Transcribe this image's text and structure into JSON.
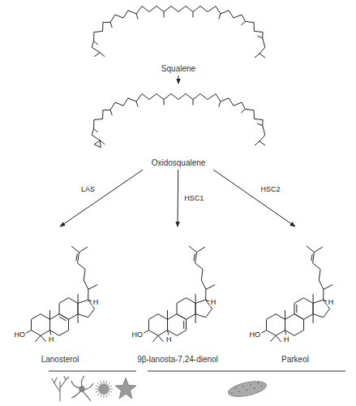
{
  "diagram": {
    "nodes": [
      {
        "text": [
          "Squalene"
        ]
      },
      {
        "text": [
          "Oxidosqualene"
        ]
      },
      {
        "text": [
          "Lanosterol"
        ]
      },
      {
        "text": [
          "9β-lanosta-7,24-dienol"
        ]
      },
      {
        "text": [
          "Parkeol"
        ]
      }
    ],
    "edges": [
      {
        "from": 0,
        "to": 1,
        "arrow": "to"
      },
      {
        "from": 1,
        "to": 2,
        "label": "LAS",
        "arrow": "to"
      },
      {
        "from": 1,
        "to": 3,
        "label": "HSC1",
        "arrow": "to"
      },
      {
        "from": 1,
        "to": 4,
        "label": "HSC2",
        "arrow": "to"
      }
    ],
    "labels": [
      "HO",
      "H",
      "H",
      "HO",
      "H",
      "H",
      "HO",
      "H",
      "H"
    ]
  }
}
